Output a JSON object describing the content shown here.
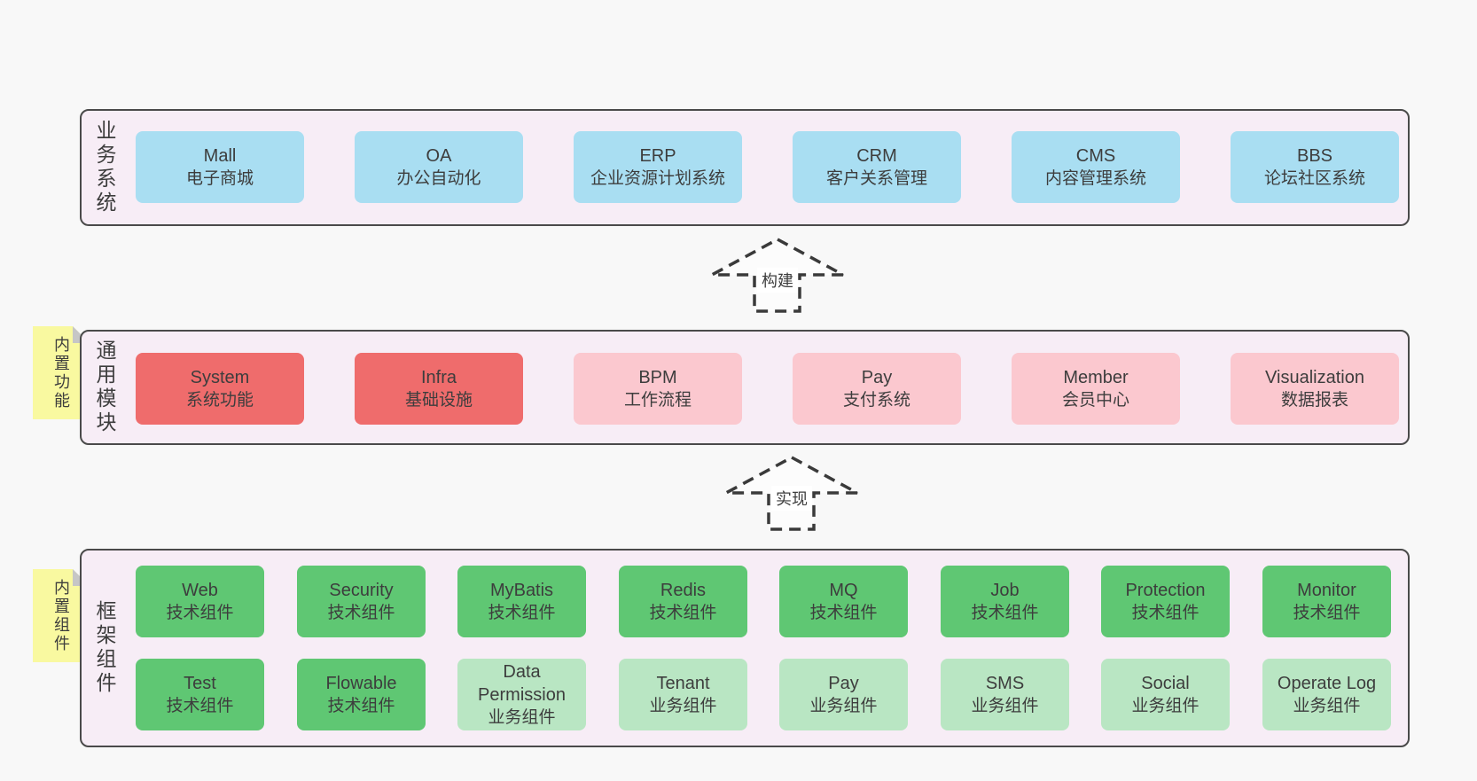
{
  "diagram": {
    "title": "framework-architecture",
    "arrows": [
      {
        "label": "构建"
      },
      {
        "label": "实现"
      }
    ],
    "sections": [
      {
        "label": "业务系统",
        "boxes": [
          {
            "title": "Mall",
            "subtitle": "电子商城"
          },
          {
            "title": "OA",
            "subtitle": "办公自动化"
          },
          {
            "title": "ERP",
            "subtitle": "企业资源计划系统"
          },
          {
            "title": "CRM",
            "subtitle": "客户关系管理"
          },
          {
            "title": "CMS",
            "subtitle": "内容管理系统"
          },
          {
            "title": "BBS",
            "subtitle": "论坛社区系统"
          }
        ]
      },
      {
        "label": "通用模块",
        "sticky": "内置功能",
        "boxes": [
          {
            "title": "System",
            "subtitle": "系统功能"
          },
          {
            "title": "Infra",
            "subtitle": "基础设施"
          },
          {
            "title": "BPM",
            "subtitle": "工作流程"
          },
          {
            "title": "Pay",
            "subtitle": "支付系统"
          },
          {
            "title": "Member",
            "subtitle": "会员中心"
          },
          {
            "title": "Visualization",
            "subtitle": "数据报表"
          }
        ]
      },
      {
        "label": "框架组件",
        "sticky": "内置组件",
        "rows": [
          [
            {
              "title": "Web",
              "subtitle": "技术组件"
            },
            {
              "title": "Security",
              "subtitle": "技术组件"
            },
            {
              "title": "MyBatis",
              "subtitle": "技术组件"
            },
            {
              "title": "Redis",
              "subtitle": "技术组件"
            },
            {
              "title": "MQ",
              "subtitle": "技术组件"
            },
            {
              "title": "Job",
              "subtitle": "技术组件"
            },
            {
              "title": "Protection",
              "subtitle": "技术组件"
            },
            {
              "title": "Monitor",
              "subtitle": "技术组件"
            }
          ],
          [
            {
              "title": "Test",
              "subtitle": "技术组件"
            },
            {
              "title": "Flowable",
              "subtitle": "技术组件"
            },
            {
              "title": "Data Permission",
              "subtitle": "业务组件"
            },
            {
              "title": "Tenant",
              "subtitle": "业务组件"
            },
            {
              "title": "Pay",
              "subtitle": "业务组件"
            },
            {
              "title": "SMS",
              "subtitle": "业务组件"
            },
            {
              "title": "Social",
              "subtitle": "业务组件"
            },
            {
              "title": "Operate Log",
              "subtitle": "业务组件"
            }
          ]
        ]
      }
    ],
    "colors": {
      "page_bg": "#f8f8f8",
      "section_bg": "#f7edf6",
      "section_border": "#4a4a4a",
      "blue_node": "#a9def2",
      "red_node": "#ef6c6c",
      "pink_node": "#fbc8cf",
      "green_node": "#5fc773",
      "green_light_node": "#b9e6c3",
      "sticky_note": "#f9f9a0",
      "sticky_fold": "#c6c6c6",
      "text": "#3d3d3d"
    }
  }
}
